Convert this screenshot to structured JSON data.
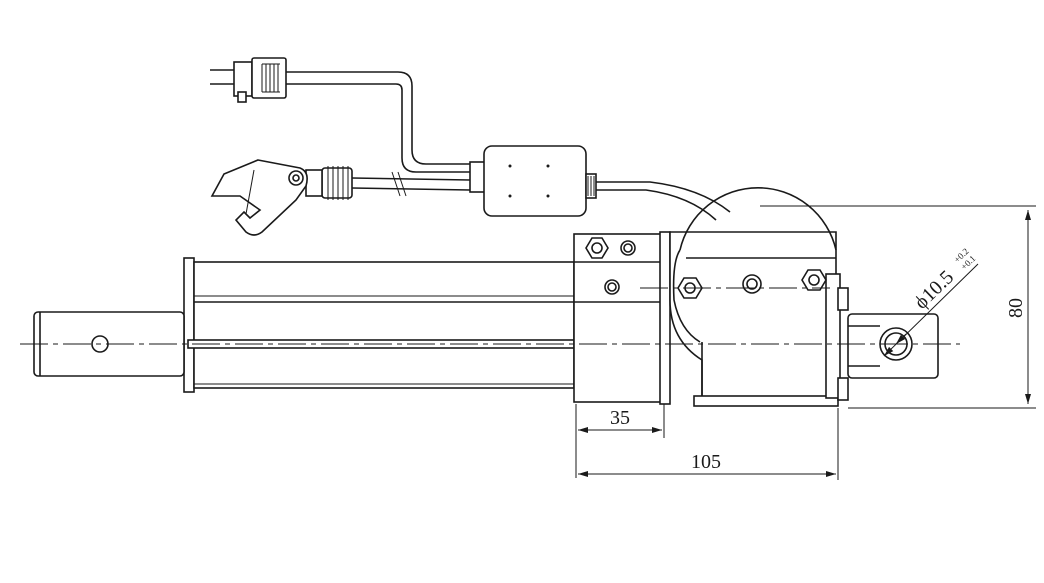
{
  "dimensions": {
    "length_35": "35",
    "length_105": "105",
    "height_80": "80",
    "hole_diameter": "ϕ10.5",
    "hole_tolerance_upper": "+0.2",
    "hole_tolerance_lower": "+0.1"
  },
  "colors": {
    "line": "#1a1a1a",
    "background": "#ffffff"
  }
}
